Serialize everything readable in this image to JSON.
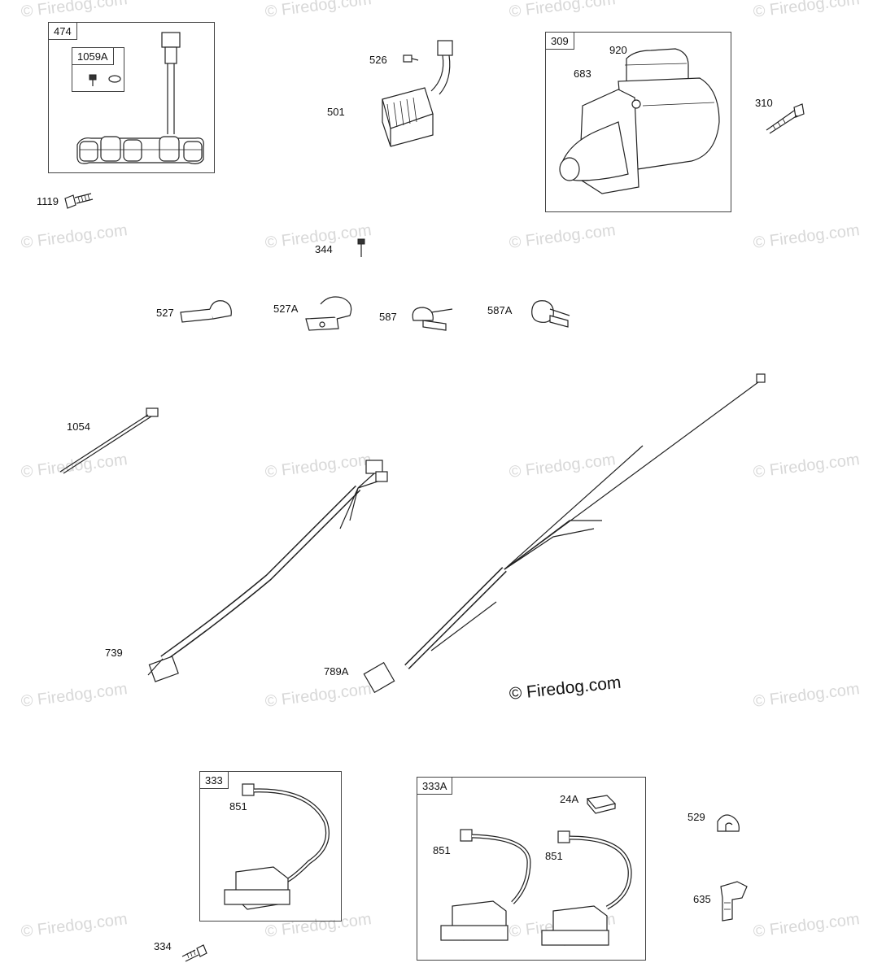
{
  "watermark": {
    "text": "© Firedog.com",
    "main_text": "© Firedog.com"
  },
  "boxes": {
    "b474": "474",
    "b1059a": "1059A",
    "b309": "309",
    "b333": "333",
    "b333a": "333A"
  },
  "parts": {
    "p1119": "1119",
    "p526": "526",
    "p501": "501",
    "p920": "920",
    "p683": "683",
    "p310": "310",
    "p344": "344",
    "p527": "527",
    "p527a": "527A",
    "p587": "587",
    "p587a": "587A",
    "p1054": "1054",
    "p739": "739",
    "p789a": "789A",
    "p851a": "851",
    "p851b": "851",
    "p851c": "851",
    "p24a": "24A",
    "p529": "529",
    "p635": "635",
    "p334": "334"
  }
}
